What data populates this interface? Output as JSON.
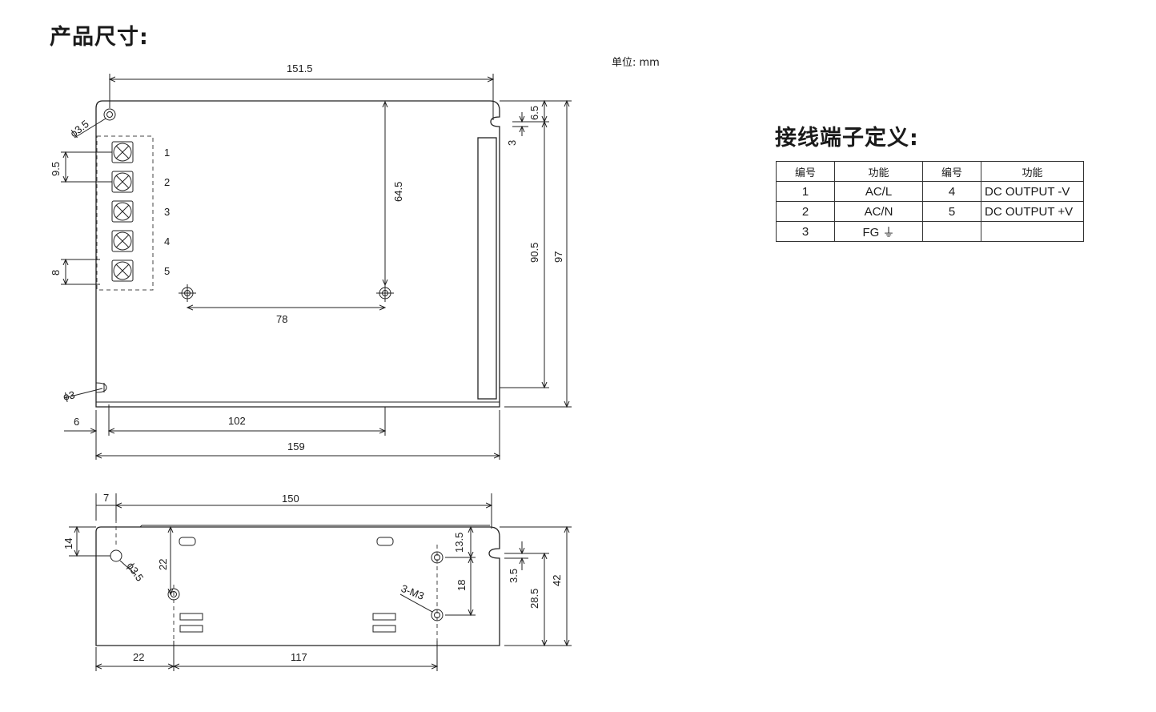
{
  "headings": {
    "dimensions": "产品尺寸:",
    "terminal_definition": "接线端子定义:"
  },
  "unit_note": "单位: mm",
  "top_view": {
    "dims": {
      "overall_width_top": "151.5",
      "hole_dia_top": "ϕ3.5",
      "hole_dia_bottom": "ϕ3",
      "terminal_pitch": "9.5",
      "terminal_height": "8",
      "slot_offset": "6.5",
      "slot_width": "3",
      "height_64_5": "64.5",
      "height_90_5": "90.5",
      "height_97": "97",
      "hole_spacing": "78",
      "left_offset": "6",
      "bottom_span": "102",
      "overall_width": "159"
    },
    "terminal_numbers": [
      "1",
      "2",
      "3",
      "4",
      "5"
    ]
  },
  "side_view": {
    "dims": {
      "left_offset": "7",
      "width": "150",
      "hole_height": "14",
      "hole_dia": "ϕ3.5",
      "v22": "22",
      "v13_5": "13.5",
      "v18": "18",
      "screw_label": "3-M3",
      "v3_5": "3.5",
      "v28_5": "28.5",
      "v42": "42",
      "bottom_left": "22",
      "bottom_span": "117"
    }
  },
  "terminal_table": {
    "headers": [
      "编号",
      "功能",
      "编号",
      "功能"
    ],
    "rows": [
      [
        "1",
        "AC/L",
        "4",
        "DC OUTPUT -V"
      ],
      [
        "2",
        "AC/N",
        "5",
        "DC OUTPUT +V"
      ],
      [
        "3",
        "FG ⏚",
        "",
        ""
      ]
    ]
  }
}
